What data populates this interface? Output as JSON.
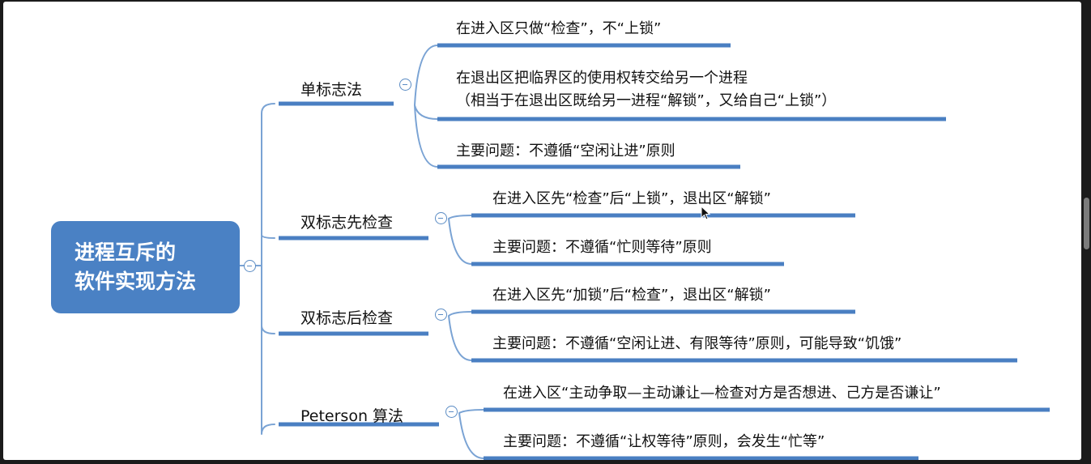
{
  "colors": {
    "accent": "#4a81c4",
    "line": "#7aa3d4",
    "underline": "#4a7fc2"
  },
  "root": {
    "line1": "进程互斥的",
    "line2": "软件实现方法"
  },
  "branches": [
    {
      "label": "单标志法",
      "children": [
        "在进入区只做“检查”，不“上锁”",
        [
          "在退出区把临界区的使用权转交给另一个进程",
          "（相当于在退出区既给另一进程“解锁”，又给自己“上锁”）"
        ],
        "主要问题：不遵循“空闲让进”原则"
      ]
    },
    {
      "label": "双标志先检查",
      "children": [
        "在进入区先“检查”后“上锁”，退出区“解锁”",
        "主要问题：不遵循“忙则等待”原则"
      ]
    },
    {
      "label": "双标志后检查",
      "children": [
        "在进入区先“加锁”后“检查”，退出区“解锁”",
        "主要问题：不遵循“空闲让进、有限等待”原则，可能导致“饥饿”"
      ]
    },
    {
      "label": "Peterson 算法",
      "children": [
        "在进入区“主动争取—主动谦让—检查对方是否想进、己方是否谦让”",
        "主要问题：不遵循“让权等待”原则，会发生“忙等”"
      ]
    }
  ]
}
